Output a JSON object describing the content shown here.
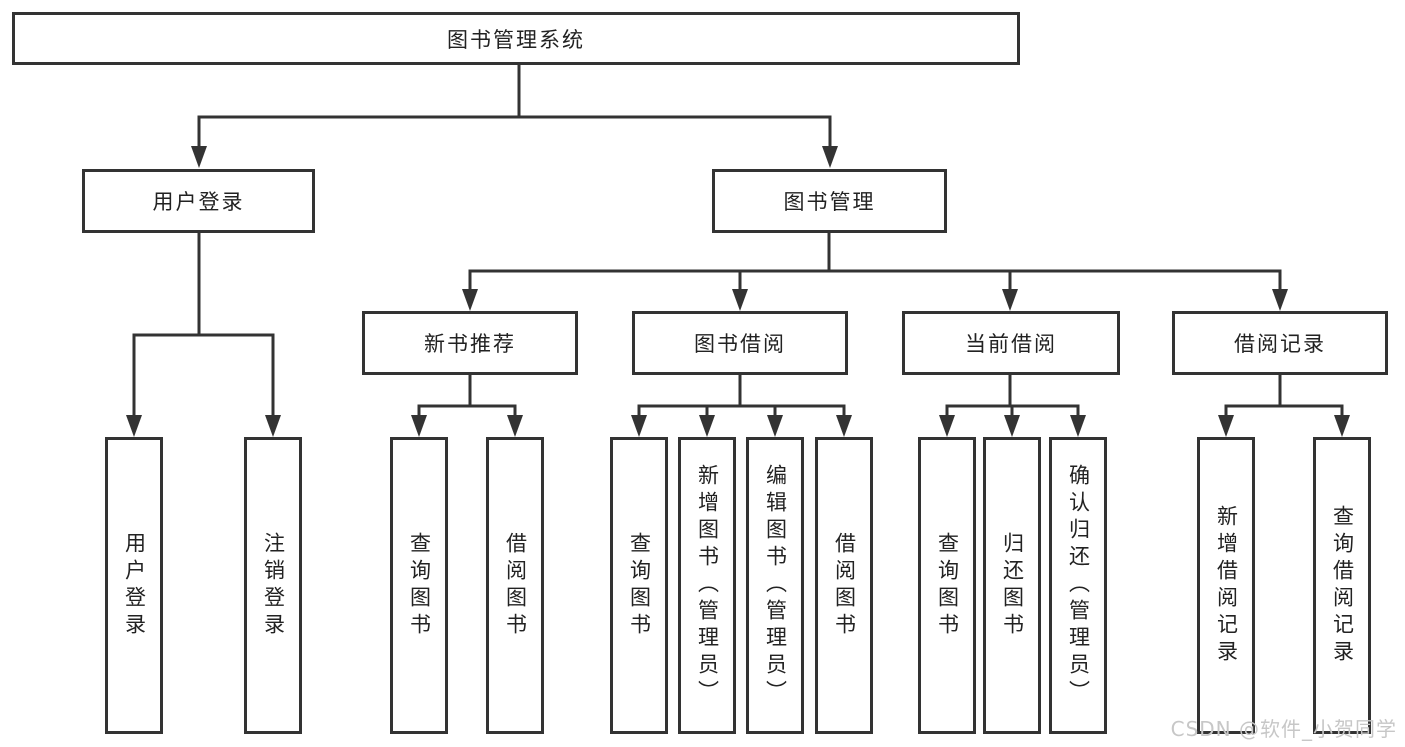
{
  "diagram": {
    "type": "hierarchy-tree",
    "colors": {
      "line": "#333333",
      "box_border": "#333333",
      "text": "#222222",
      "background": "#ffffff",
      "watermark_text": "#c7c7c7"
    },
    "tree": {
      "root": "图书管理系统",
      "login": {
        "label": "用户登录",
        "leaves": [
          "用户登录",
          "注销登录"
        ]
      },
      "mgmt": {
        "label": "图书管理",
        "groups": [
          {
            "label": "新书推荐",
            "leaves": [
              "查询图书",
              "借阅图书"
            ]
          },
          {
            "label": "图书借阅",
            "leaves": [
              "查询图书",
              "新增图书（管理员）",
              "编辑图书（管理员）",
              "借阅图书"
            ]
          },
          {
            "label": "当前借阅",
            "leaves": [
              "查询图书",
              "归还图书",
              "确认归还（管理员）"
            ]
          },
          {
            "label": "借阅记录",
            "leaves": [
              "新增借阅记录",
              "查询借阅记录"
            ]
          }
        ]
      }
    },
    "watermark": "CSDN @软件_小贺同学"
  }
}
